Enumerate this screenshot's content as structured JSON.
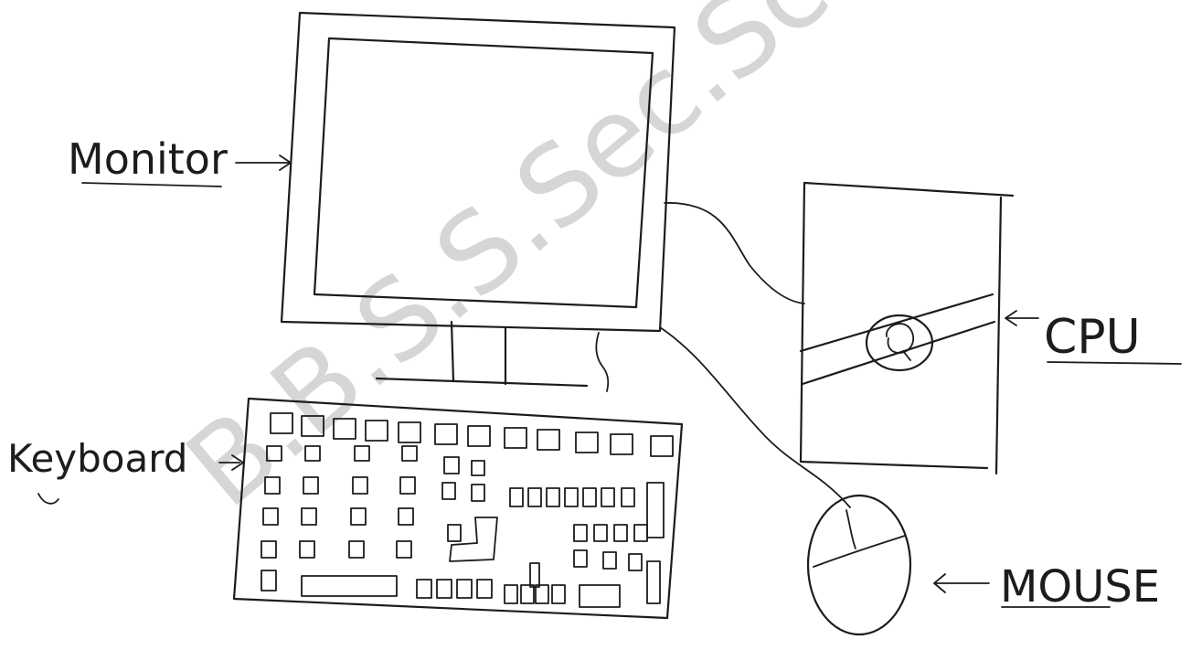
{
  "labels": {
    "monitor": "Monitor",
    "keyboard": "Keyboard",
    "cpu": "CPU",
    "mouse": "MOUSE"
  },
  "watermark": "B.B.S.S.Sec.School",
  "colors": {
    "ink": "#1c1c1c",
    "paper": "#ffffff",
    "watermark": "#c9c9c9"
  }
}
